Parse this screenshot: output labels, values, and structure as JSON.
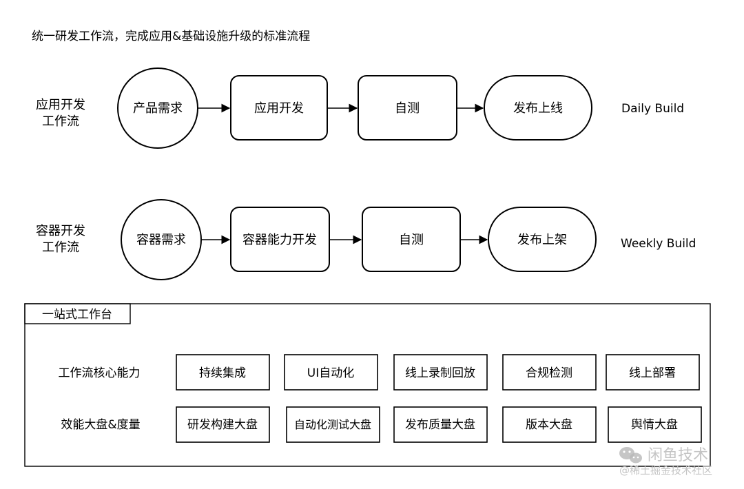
{
  "title": "统一研发工作流，完成应用&基础设施升级的标准流程",
  "flows": [
    {
      "label_lines": [
        "应用开发",
        "工作流"
      ],
      "steps": [
        "产品需求",
        "应用开发",
        "自测",
        "发布上线"
      ],
      "build": "Daily Build"
    },
    {
      "label_lines": [
        "容器开发",
        "工作流"
      ],
      "steps": [
        "容器需求",
        "容器能力开发",
        "自测",
        "发布上架"
      ],
      "build": "Weekly Build"
    }
  ],
  "workbench": {
    "title": "一站式工作台",
    "rows": [
      {
        "label": "工作流核心能力",
        "items": [
          "持续集成",
          "UI自动化",
          "线上录制回放",
          "合规检测",
          "线上部署"
        ]
      },
      {
        "label": "效能大盘&度量",
        "items": [
          "研发构建大盘",
          "自动化测试大盘",
          "发布质量大盘",
          "版本大盘",
          "舆情大盘"
        ]
      }
    ]
  },
  "watermark": {
    "brand": "闲鱼技术",
    "source": "@稀土掘金技术社区"
  }
}
